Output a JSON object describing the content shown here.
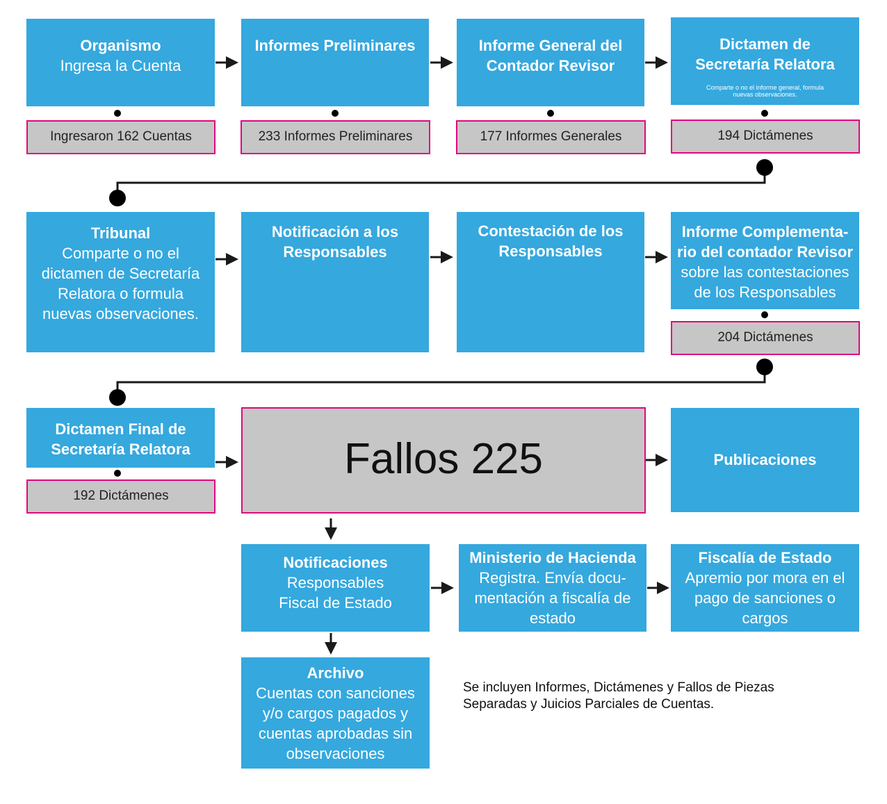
{
  "row1": [
    {
      "title": "Organismo",
      "sub": "Ingresa la Cuenta",
      "count": "Ingresaron 162 Cuentas"
    },
    {
      "title": "Informes Preliminares",
      "count": "233 Informes Preliminares"
    },
    {
      "title": "Informe General del Contador Revisor",
      "count": "177 Informes Generales"
    },
    {
      "title": "Dictamen de Secretaría Relatora",
      "small": "Comparte o no el informe general, formula nuevas observaciones.",
      "count": "194 Dictámenes"
    }
  ],
  "row2": [
    {
      "title": "Tribunal",
      "sub": "Comparte o no el dictamen de Secretaría Relatora o formula nuevas observaciones."
    },
    {
      "title": "Notificación a los Responsables"
    },
    {
      "title": "Contestación de los Responsables"
    },
    {
      "title": "Informe Complementa-rio del contador Revisor",
      "sub": "sobre las contestaciones de los  Responsables",
      "count": "204 Dictámenes"
    }
  ],
  "row3": {
    "final": {
      "title": "Dictamen Final de Secretaría Relatora",
      "count": "192 Dictámenes"
    },
    "fallos": "Fallos 225",
    "publicaciones": "Publicaciones"
  },
  "row4": [
    {
      "title": "Notificaciones",
      "sub": "Responsables Fiscal de Estado"
    },
    {
      "title": "Ministerio de Hacienda",
      "sub": "Registra. Envía docu-mentación a fiscalía de estado"
    },
    {
      "title": "Fiscalía de Estado",
      "sub": "Apremio por mora en el pago de sanciones o cargos"
    }
  ],
  "archivo": {
    "title": "Archivo",
    "sub": "Cuentas con sanciones y/o cargos pagados y cuentas aprobadas sin observaciones"
  },
  "note": "Se incluyen Informes, Dictámenes y Fallos de Piezas Separadas y Juicios Parciales de Cuentas.",
  "colors": {
    "box": "#35a8de",
    "count_bg": "#c6c6c6",
    "count_border": "#e0077f"
  }
}
